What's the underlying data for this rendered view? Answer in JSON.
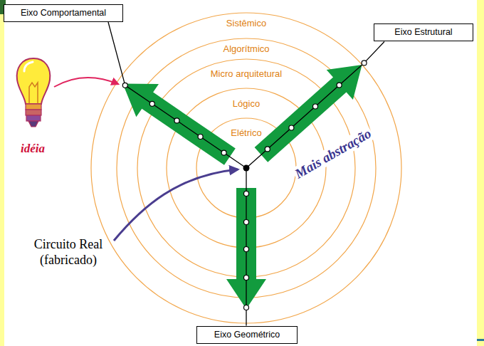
{
  "diagram": {
    "nodes": [
      {
        "text": [
          "Eixo Comportamental"
        ]
      },
      {
        "text": [
          "Eixo Estrutural"
        ]
      },
      {
        "text": [
          "Eixo Geométrico"
        ]
      }
    ],
    "labels": [
      "Sistêmico",
      "Algorítmico",
      "Micro arquitetural",
      "Lógico",
      "Elétrico",
      "idéia",
      "Mais abstração",
      "Circuito Real (fabricado)"
    ]
  }
}
